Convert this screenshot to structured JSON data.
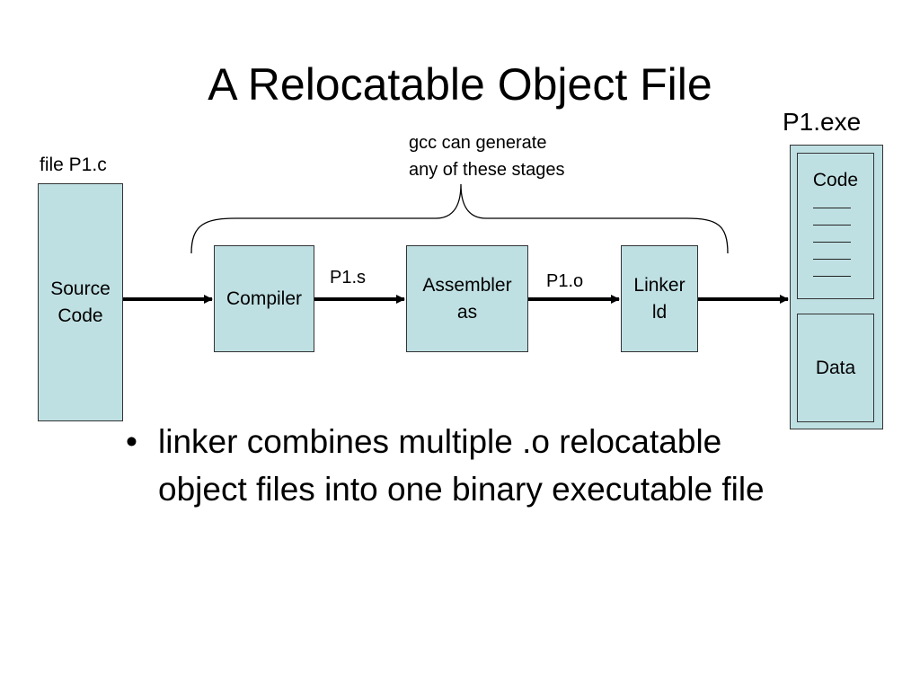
{
  "slide": {
    "title": "A Relocatable Object File"
  },
  "diagram": {
    "source_file_label": "file P1.c",
    "source_box": "Source\nCode",
    "gcc_note_line1": "gcc can generate",
    "gcc_note_line2": "any of these stages",
    "compiler_box": "Compiler",
    "assembler_box": "Assembler\nas",
    "linker_box": "Linker\nld",
    "arrow_label_s": "P1.s",
    "arrow_label_o": "P1.o",
    "exe_label": "P1.exe",
    "exe_code_section": "Code",
    "exe_data_section": "Data",
    "fill_color": "#bfe0e3"
  },
  "bullets": [
    "linker combines multiple .o relocatable object files into one binary executable file"
  ]
}
